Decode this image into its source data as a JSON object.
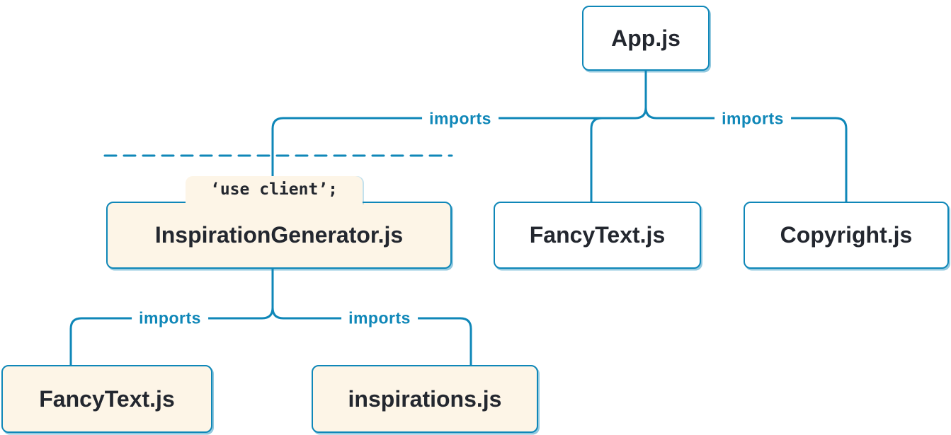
{
  "theme": {
    "background": "#ffffff",
    "accent_blue": "#0f87b8",
    "node_text": "#23272f",
    "client_bg": "#fdf5e7",
    "server_bg": "#ffffff"
  },
  "nodes": [
    {
      "id": "app",
      "label": "App.js",
      "type": "module"
    },
    {
      "id": "inspiration-generator",
      "label": "InspirationGenerator.js",
      "type": "client-module",
      "directive": "‘use client’;"
    },
    {
      "id": "fancy-text-top",
      "label": "FancyText.js",
      "type": "module"
    },
    {
      "id": "copyright",
      "label": "Copyright.js",
      "type": "module"
    },
    {
      "id": "fancy-text-bottom",
      "label": "FancyText.js",
      "type": "client-module"
    },
    {
      "id": "inspirations",
      "label": "inspirations.js",
      "type": "client-module"
    }
  ],
  "edges": [
    {
      "from": "App.js",
      "to": "InspirationGenerator.js",
      "label": "imports"
    },
    {
      "from": "App.js",
      "to": "FancyText.js",
      "label": ""
    },
    {
      "from": "App.js",
      "to": "Copyright.js",
      "label": "imports"
    },
    {
      "from": "InspirationGenerator.js",
      "to": "FancyText.js",
      "label": "imports"
    },
    {
      "from": "InspirationGenerator.js",
      "to": "inspirations.js",
      "label": "imports"
    }
  ]
}
